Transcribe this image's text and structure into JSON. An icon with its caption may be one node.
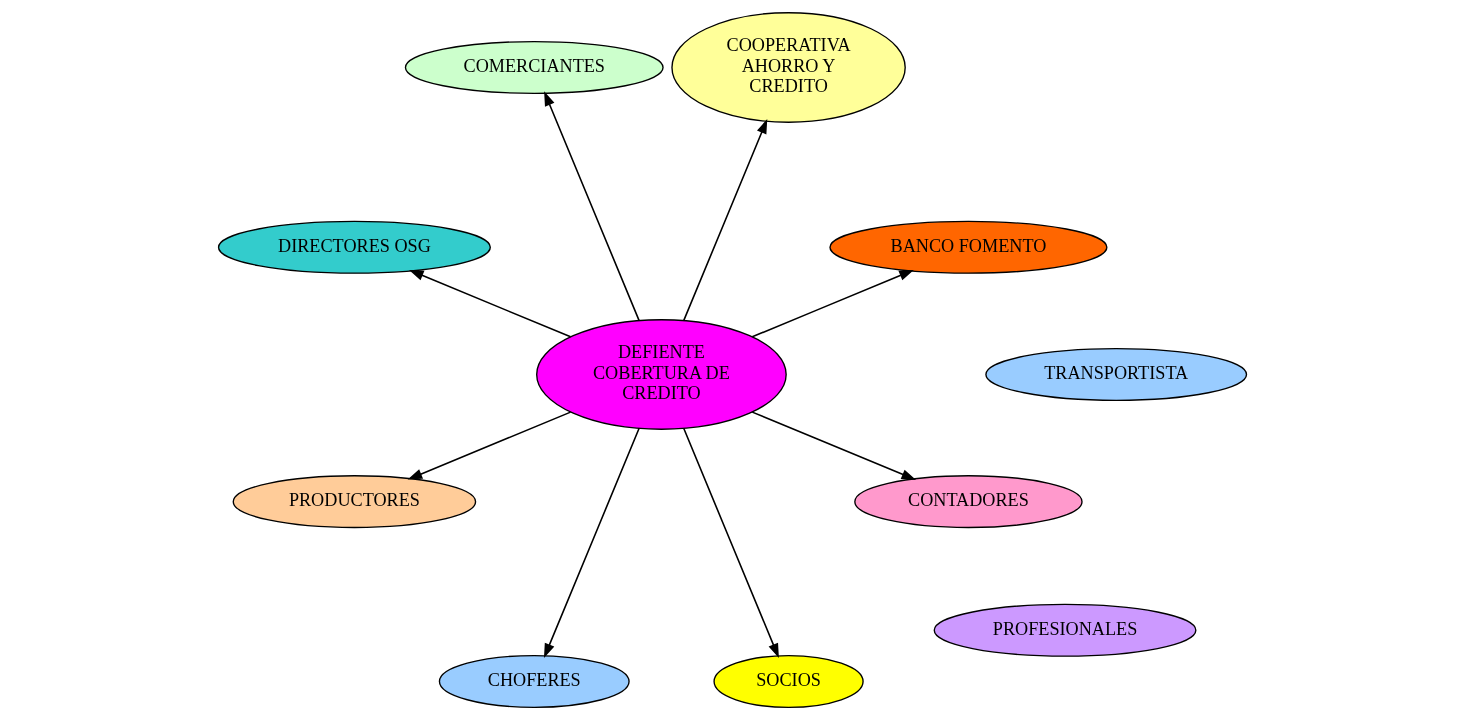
{
  "diagram": {
    "nodes": [
      {
        "text": [
          "DEFIENTE COBERTURA DE CREDITO"
        ]
      },
      {
        "text": [
          "BANCO FOMENTO"
        ]
      },
      {
        "text": [
          "COOPERATIVA AHORRO Y CREDITO"
        ]
      },
      {
        "text": [
          "COMERCIANTES"
        ]
      },
      {
        "text": [
          "DIRECTORES OSG"
        ]
      },
      {
        "text": [
          "PRODUCTORES"
        ]
      },
      {
        "text": [
          "CHOFERES"
        ]
      },
      {
        "text": [
          "SOCIOS"
        ]
      },
      {
        "text": [
          "PROFESIONALES"
        ]
      },
      {
        "text": [
          "TRANSPORTISTA"
        ]
      },
      {
        "text": [
          "CONTADORES"
        ]
      }
    ],
    "edges": [
      {
        "from": 0,
        "to": 1,
        "arrow": "to"
      },
      {
        "from": 0,
        "to": 2,
        "arrow": "to"
      },
      {
        "from": 0,
        "to": 3,
        "arrow": "to"
      },
      {
        "from": 0,
        "to": 4,
        "arrow": "to"
      },
      {
        "from": 0,
        "to": 5,
        "arrow": "to"
      },
      {
        "from": 0,
        "to": 6,
        "arrow": "to"
      },
      {
        "from": 0,
        "to": 7,
        "arrow": "to"
      },
      {
        "from": 0,
        "to": 10,
        "arrow": "to"
      }
    ]
  }
}
